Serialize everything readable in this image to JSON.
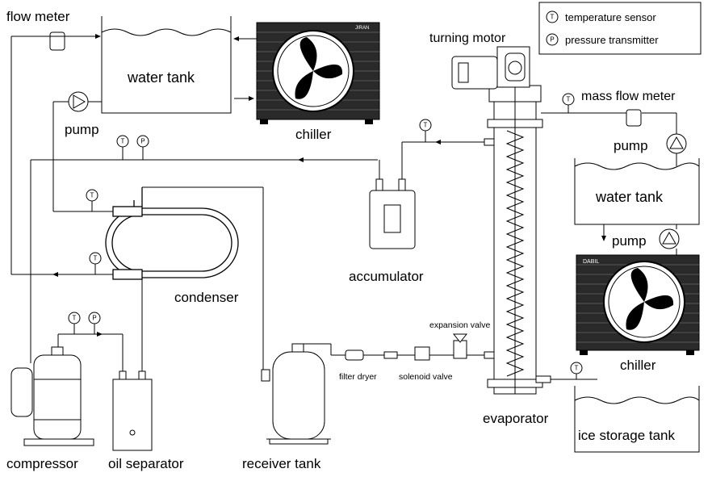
{
  "legend": {
    "temperature_symbol": "T",
    "temperature_label": "temperature sensor",
    "pressure_symbol": "P",
    "pressure_label": "pressure transmitter"
  },
  "labels": {
    "flow_meter": "flow meter",
    "water_tank_left": "water tank",
    "chiller_top": "chiller",
    "pump_left": "pump",
    "turning_motor": "turning motor",
    "mass_flow_meter": "mass flow meter",
    "pump_right_top": "pump",
    "water_tank_right": "water tank",
    "pump_right_bottom": "pump",
    "chiller_right": "chiller",
    "condenser": "condenser",
    "accumulator": "accumulator",
    "expansion_valve": "expansion valve",
    "filter_dryer": "filter dryer",
    "solenoid_valve": "solenoid valve",
    "evaporator": "evaporator",
    "compressor": "compressor",
    "oil_separator": "oil separator",
    "receiver_tank": "receiver tank",
    "ice_storage_tank": "ice storage tank"
  },
  "chiller_brand_top": "JIRAN",
  "chiller_brand_right": "DABIL",
  "colors": {
    "line": "#000000",
    "tank_fill": "#ffffff",
    "chiller_fill": "#2a2a2a"
  }
}
